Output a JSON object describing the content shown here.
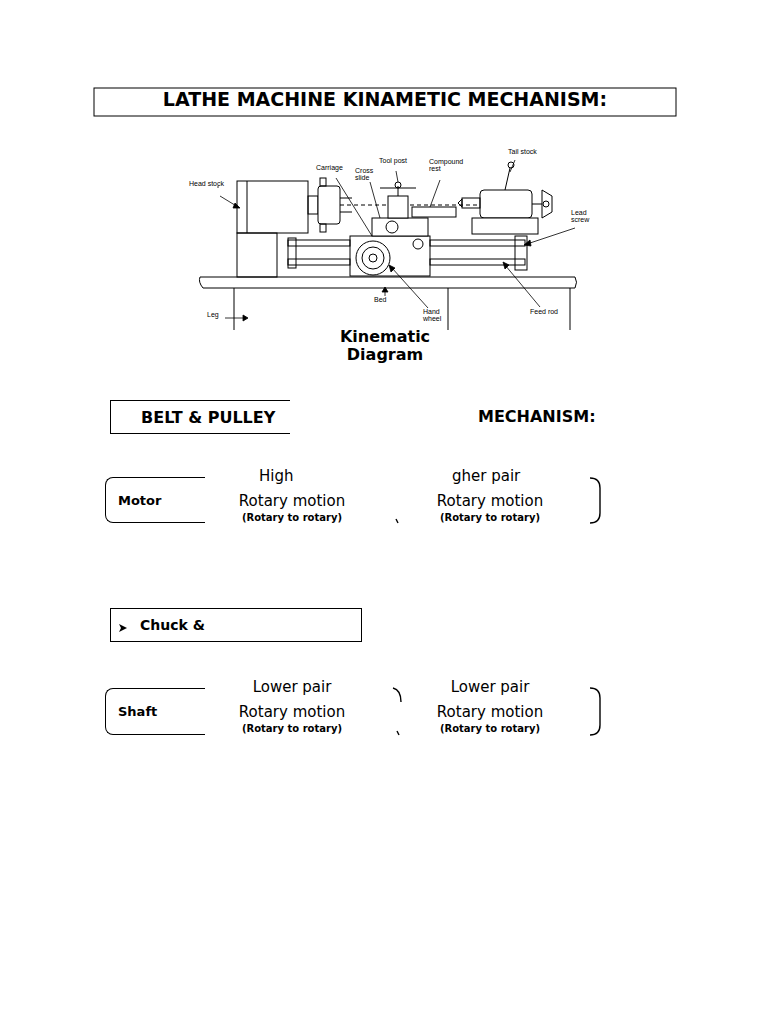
{
  "diagram": {
    "title": "LATHE MACHINE KINAMETIC MECHANISM:",
    "caption": "Kinematic Diagram",
    "nodes": [
      {
        "text": [
          "BELT & PULLEY"
        ]
      },
      {
        "text": [
          "Motor"
        ]
      },
      {
        "text": [
          "Chuck &"
        ]
      },
      {
        "text": [
          "Shaft"
        ]
      }
    ],
    "labels": [
      "Head stock",
      "Carriage",
      "Cross slide",
      "Tool post",
      "Compound rest",
      "Tail stock",
      "Lead screw",
      "Hand wheel",
      "Bed",
      "Leg",
      "Feed rod",
      "MECHANISM:",
      "High",
      "Rotary motion",
      "(Rotary to rotary)",
      "gher pair",
      "Rotary motion",
      "(Rotary to rotary)",
      "Lower pair",
      "Rotary motion",
      "(Rotary to rotary)",
      "Lower pair",
      "Rotary motion",
      "(Rotary to rotary)"
    ]
  }
}
